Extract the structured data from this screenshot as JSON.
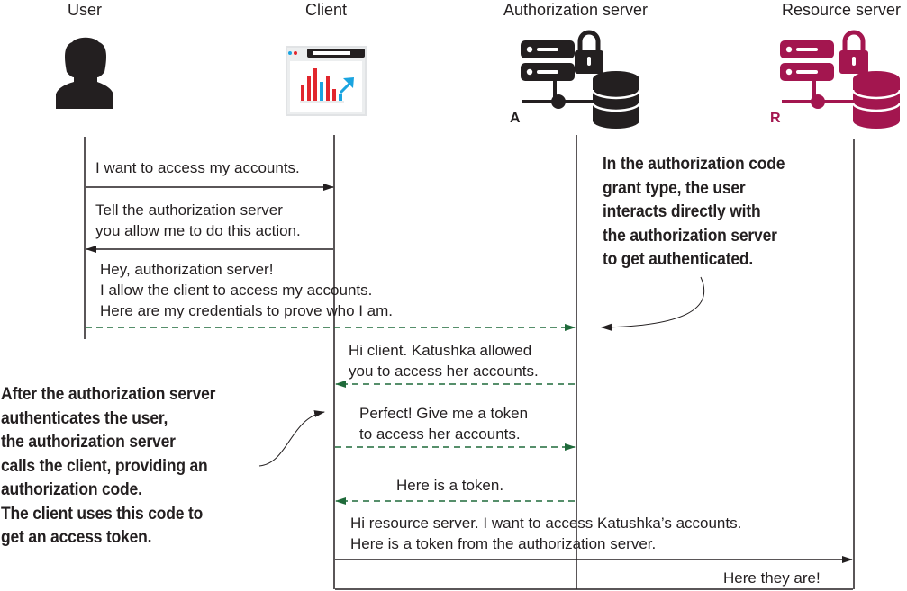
{
  "actors": {
    "user": "User",
    "client": "Client",
    "auth_server": "Authorization server",
    "resource_server": "Resource server"
  },
  "server_letters": {
    "auth": "A",
    "resource": "R"
  },
  "colors": {
    "dark": "#231f20",
    "green_dashed": "#1f6a3a",
    "resource_accent": "#a3164f",
    "chart_red": "#e1262d",
    "chart_blue": "#1aa4e0"
  },
  "icons": {
    "user": "user-icon",
    "client": "browser-chart-icon",
    "auth": "server-lock-database-icon",
    "resource": "server-lock-database-icon"
  },
  "messages": {
    "m1": "I want to access my accounts.",
    "m2": "Tell the authorization server\nyou allow me to do this action.",
    "m3": "Hey, authorization server!\nI allow the client to access my accounts.\nHere are my credentials to prove who I am.",
    "m4": "Hi client. Katushka allowed\nyou to access her accounts.",
    "m5": "Perfect! Give me a token\nto access her accounts.",
    "m6": "Here is a token.",
    "m7": "Hi resource server. I want to access Katushka’s accounts.\nHere is a token from the authorization server.",
    "m8": "Here they are!"
  },
  "notes": {
    "right": "In the authorization code\ngrant type, the user\ninteracts directly with\nthe authorization server\nto get authenticated.",
    "left": "After the authorization server\nauthenticates the user,\nthe authorization server\ncalls the client, providing an\nauthorization code.\nThe client uses this code to\nget an access token."
  }
}
